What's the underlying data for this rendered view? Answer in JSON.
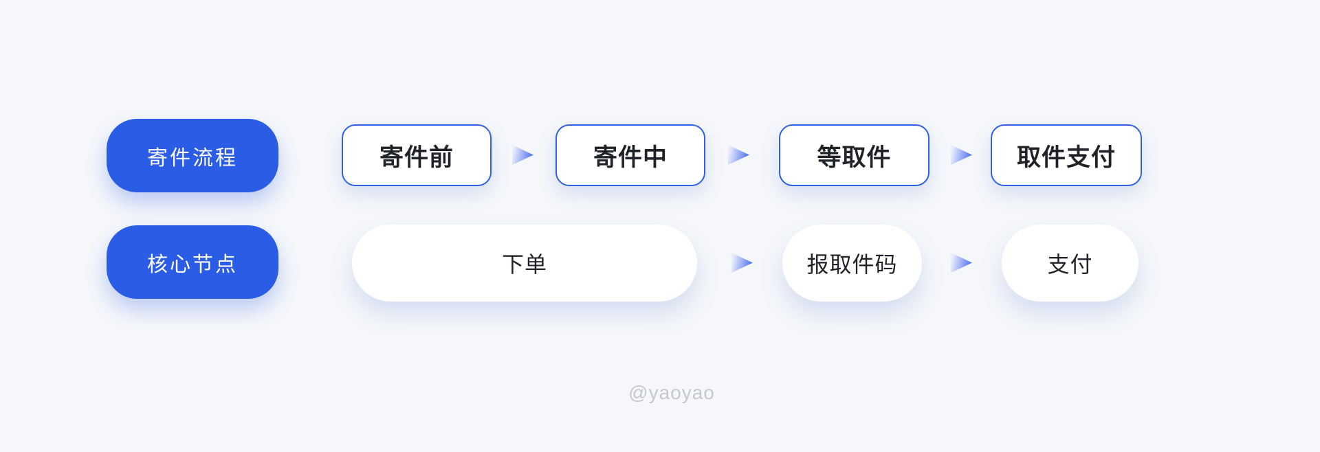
{
  "page": {
    "background": "#F5F7FA",
    "watermark": "@yaoyao"
  },
  "colors": {
    "accent_blue": "#2B5CE6",
    "box_border_blue": "#2E5FE6",
    "arrow_gradient_start": "#EAEEFB",
    "arrow_gradient_end": "#5577EE",
    "node_text": "#1F2328",
    "label_text": "#FFFFFF",
    "watermark_gray": "#C5C8CD"
  },
  "rows": [
    {
      "label": "寄件流程",
      "steps": [
        "寄件前",
        "寄件中",
        "等取件",
        "取件支付"
      ]
    },
    {
      "label": "核心节点",
      "steps": [
        "下单",
        "报取件码",
        "支付"
      ]
    }
  ]
}
